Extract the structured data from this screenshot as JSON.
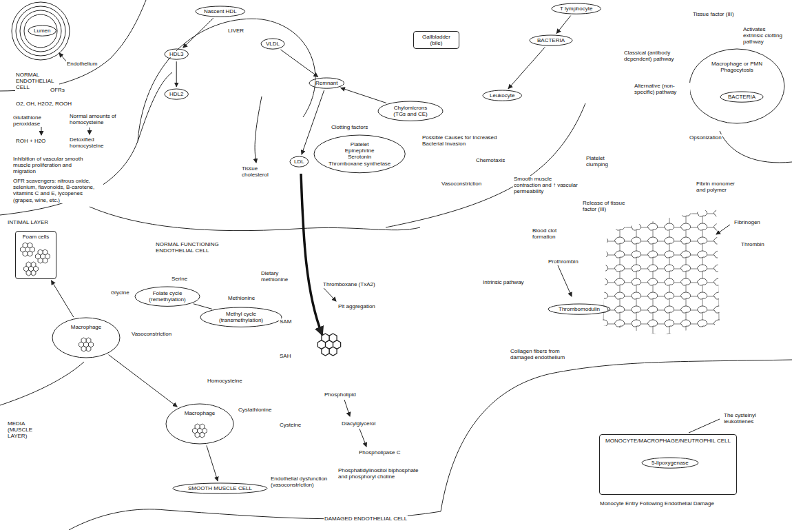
{
  "diagram": {
    "nodes": [
      {
        "text": [
          "Lumen"
        ]
      },
      {
        "text": [
          "Nascent HDL"
        ]
      },
      {
        "text": [
          "HDL3"
        ]
      },
      {
        "text": [
          "HDL2"
        ]
      },
      {
        "text": [
          "VLDL"
        ]
      },
      {
        "text": [
          "Remnant"
        ]
      },
      {
        "text": [
          "LDL"
        ]
      },
      {
        "text": [
          "Chylomicrons (TGs and CE)"
        ]
      },
      {
        "text": [
          "Gallbladder (bile)"
        ]
      },
      {
        "text": [
          "Platelet",
          "Epinephrine",
          "Serotonin",
          "Thromboxane synthetase"
        ]
      },
      {
        "text": [
          "T lymphocyte"
        ]
      },
      {
        "text": [
          "BACTERIA"
        ]
      },
      {
        "text": [
          "Leukocyte"
        ]
      },
      {
        "text": [
          "Macrophage or PMN Phagocytosis"
        ]
      },
      {
        "text": [
          "BACTERIA"
        ],
        "in": 13
      },
      {
        "text": [
          "Foam cells"
        ]
      },
      {
        "text": [
          "Macrophage"
        ]
      },
      {
        "text": [
          "Folate cycle (remethylation)"
        ]
      },
      {
        "text": [
          "Methyl cycle (transmethylation)"
        ]
      },
      {
        "text": [
          "Macrophage"
        ]
      },
      {
        "text": [
          "SMOOTH MUSCLE CELL"
        ]
      },
      {
        "text": [
          "Thrombomodulin"
        ]
      },
      {
        "text": [
          "MONOCYTE/MACROPHAGE/NEUTROPHIL CELL"
        ]
      },
      {
        "text": [
          "5-lipoxygenase"
        ],
        "in": 22
      }
    ],
    "edges": [
      {
        "from": 1,
        "to": 2,
        "arrow": "to"
      },
      {
        "from": 2,
        "to": 3,
        "arrow": "to"
      },
      {
        "from": 4,
        "to": 5,
        "arrow": "to"
      },
      {
        "from": 5,
        "to": 6,
        "arrow": "to"
      },
      {
        "from": 7,
        "to": 5,
        "arrow": "to"
      },
      {
        "from": 10,
        "to": 11,
        "arrow": "to"
      },
      {
        "from": 11,
        "to": 12,
        "arrow": "to"
      },
      {
        "from": 16,
        "to": 15,
        "arrow": "to"
      },
      {
        "from": 17,
        "to": 18,
        "arrow": "none"
      },
      {
        "from": 16,
        "to": 19,
        "arrow": "to"
      },
      {
        "from": 19,
        "to": 20,
        "arrow": "to"
      }
    ],
    "labels": [
      "Endothelium",
      "NORMAL ENDOTHELIAL CELL",
      "OFRs",
      "O2, OH, H2O2, ROOH",
      "Glutathione peroxidase",
      "Normal amounts of homocysteine",
      "ROH + H2O",
      "Detoxified homocysteine",
      "Inhibition of vascular smooth muscle proliferation and migration",
      "OFR scavengers: nitrous oxide, selenium, flavonoids, B-carotene, vitamins C and E, lycopenes (grapes, wine, etc.)",
      "INTIMAL LAYER",
      "MEDIA (MUSCLE LAYER)",
      "LIVER",
      "Tissue cholesterol",
      "NORMAL FUNCTIONING ENDOTHELIAL CELL",
      "Serine",
      "Glycine",
      "Methionine",
      "Dietary methionine",
      "SAM",
      "SAH",
      "Homocysteine",
      "Cystathionine",
      "Cysteine",
      "Vasoconstriction",
      "Endothelial dysfunction (vasoconstriction)",
      "Thromboxane (TxA2)",
      "Plt aggregation",
      "Phospholipid",
      "Diacylglycerol",
      "Phospholipase C",
      "Phosphatidylinositol biphosphate and phosphoryl choline",
      "DAMAGED ENDOTHELIAL CELL",
      "Possible Causes for Increased Bacterial Invasion",
      "Vasoconstriction",
      "Chemotaxis",
      "Smooth muscle contraction and ↑ vascular permeability",
      "Platelet clumping",
      "Release of tissue factor (III)",
      "Blood clot formation",
      "Tissue factor (III)",
      "Activates extrinsic clotting pathway",
      "Classical (antibody dependent) pathway",
      "Alternative (non-specific) pathway",
      "Opsonization",
      "Fibrin monomer and polymer",
      "Prothrombin",
      "Intrinsic pathway",
      "Collagen fibers from damaged endothelium",
      "Monocyte Entry Following Endothelial Damage",
      "The cysteinyl leukotrienes",
      "Fibrinogen",
      "Thrombin",
      "Clotting factors"
    ]
  }
}
